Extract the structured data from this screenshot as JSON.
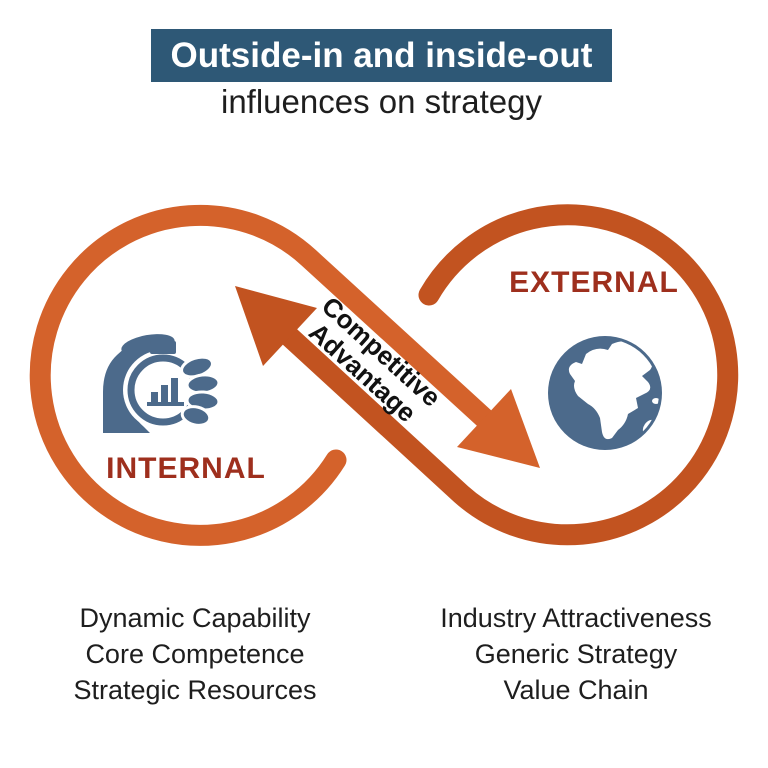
{
  "title": {
    "highlight": "Outside-in and inside-out",
    "subtitle": "influences on strategy"
  },
  "diagram": {
    "internal_label": "INTERNAL",
    "external_label": "EXTERNAL",
    "arrow_label_line1": "Competitive",
    "arrow_label_line2": "Advantage",
    "internal_items": [
      "Dynamic Capability",
      "Core Competence",
      "Strategic Resources"
    ],
    "external_items": [
      "Industry Attractiveness",
      "Generic Strategy",
      "Value Chain"
    ],
    "icons": {
      "internal": "hand-lens-chart-icon",
      "external": "globe-icon"
    }
  },
  "colors": {
    "title_bg": "#2E5876",
    "loop_bright": "#D4622B",
    "loop_dark": "#C25320",
    "label_red": "#9E2F1D",
    "icon_blue": "#4C6A8B",
    "text_dark": "#1E1E1E",
    "arrow_text": "#111111"
  }
}
